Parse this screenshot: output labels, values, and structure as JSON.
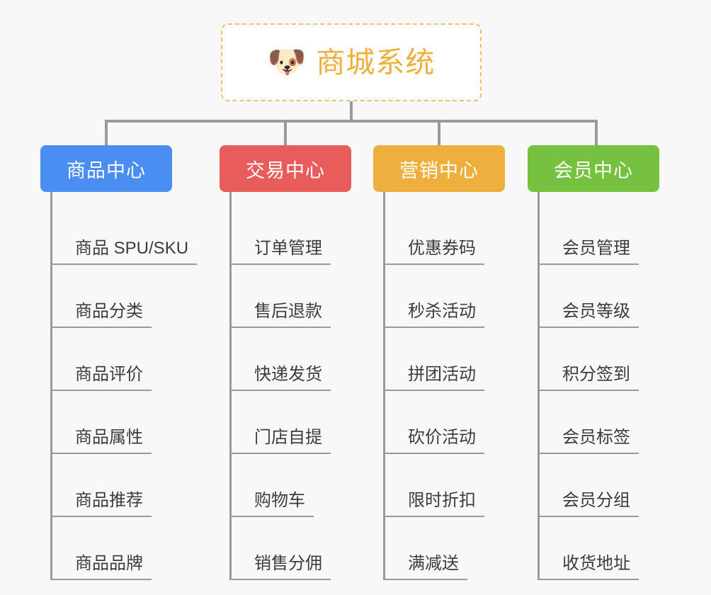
{
  "canvas": {
    "background_color": "#f8f8f8",
    "connector_color": "#9a9a9a"
  },
  "root": {
    "icon": "shiba-dog-face-emoji",
    "emoji": "🐶",
    "title": "商城系统",
    "title_color": "#eeb03c",
    "border_color": "#f2c26b",
    "background_color": "#ffffff"
  },
  "branches": [
    {
      "label": "商品中心",
      "color": "#4a8ef2",
      "items": [
        "商品 SPU/SKU",
        "商品分类",
        "商品评价",
        "商品属性",
        "商品推荐",
        "商品品牌"
      ]
    },
    {
      "label": "交易中心",
      "color": "#e85d5c",
      "items": [
        "订单管理",
        "售后退款",
        "快递发货",
        "门店自提",
        "购物车",
        "销售分佣"
      ]
    },
    {
      "label": "营销中心",
      "color": "#eeaf3e",
      "items": [
        "优惠券码",
        "秒杀活动",
        "拼团活动",
        "砍价活动",
        "限时折扣",
        "满减送"
      ]
    },
    {
      "label": "会员中心",
      "color": "#76c13f",
      "items": [
        "会员管理",
        "会员等级",
        "积分签到",
        "会员标签",
        "会员分组",
        "收货地址"
      ]
    }
  ]
}
